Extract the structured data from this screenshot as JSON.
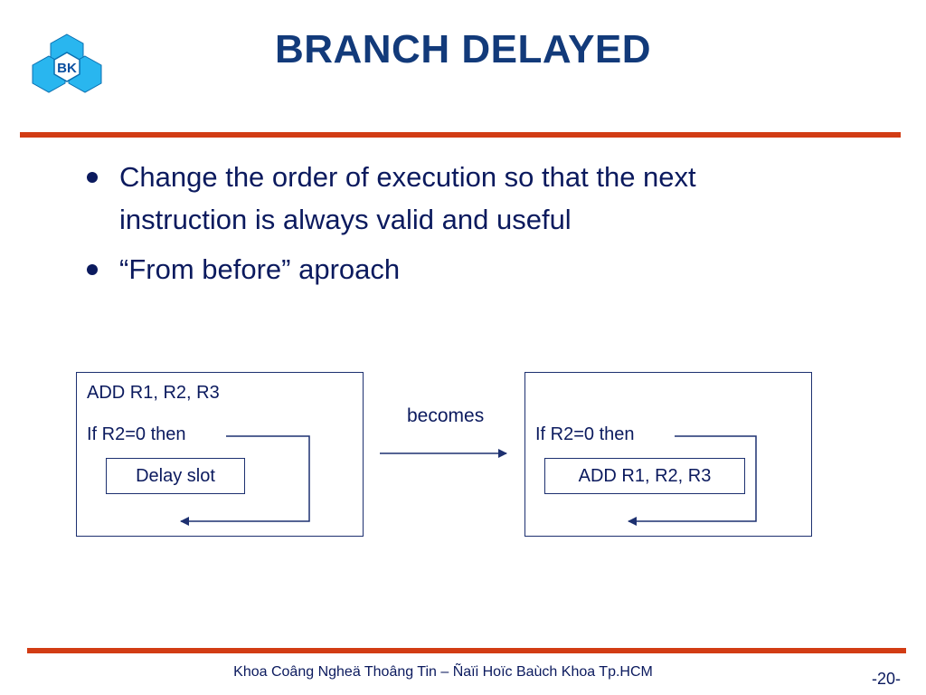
{
  "logo": {
    "text": "BK",
    "color": "#00a8e8"
  },
  "title": "BRANCH DELAYED",
  "bullets": [
    "Change the order of execution so that the next instruction is always valid and useful",
    "“From before” aproach"
  ],
  "diagram": {
    "left": {
      "line1": "ADD  R1, R2, R3",
      "line2": "If R2=0 then",
      "slot": "Delay slot"
    },
    "connector": "becomes",
    "right": {
      "line1": "If R2=0 then",
      "slot": "ADD  R1, R2, R3"
    }
  },
  "footer": "Khoa Coâng Ngheä Thoâng Tin – Ñaïi Hoïc Baùch Khoa Tp.HCM",
  "page_number": "-20-",
  "colors": {
    "rule": "#d23c14",
    "title": "#123a7a",
    "text": "#0b1a5e"
  }
}
